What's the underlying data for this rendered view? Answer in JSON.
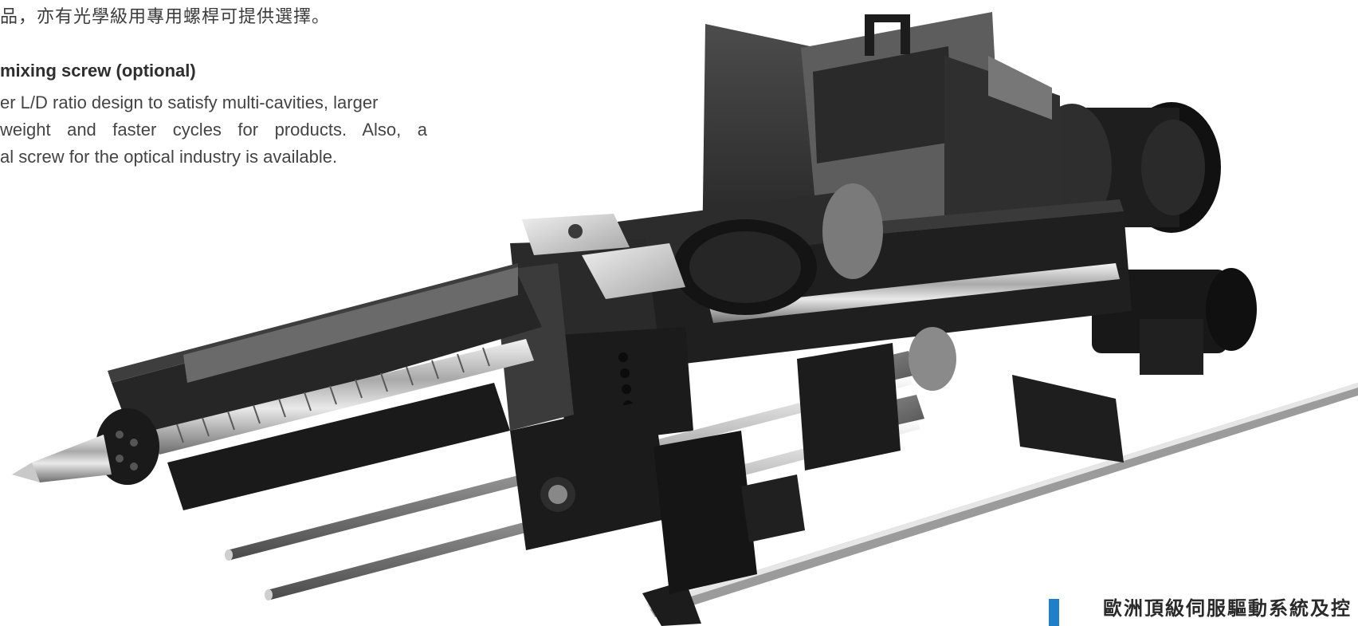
{
  "text": {
    "zh_line": "品，亦有光學級用專用螺桿可提供選擇。",
    "en_heading": "mixing screw (optional)",
    "en_body_lines": [
      "er L/D ratio design to satisfy multi-cavities, larger",
      "weight and faster cycles for products. Also, a",
      "al screw for the optical industry is available."
    ]
  },
  "footer": {
    "section_title": "歐洲頂級伺服驅動系統及控"
  },
  "image": {
    "subject": "injection-unit-machine-render",
    "accent_color": "#1f7fc7"
  }
}
